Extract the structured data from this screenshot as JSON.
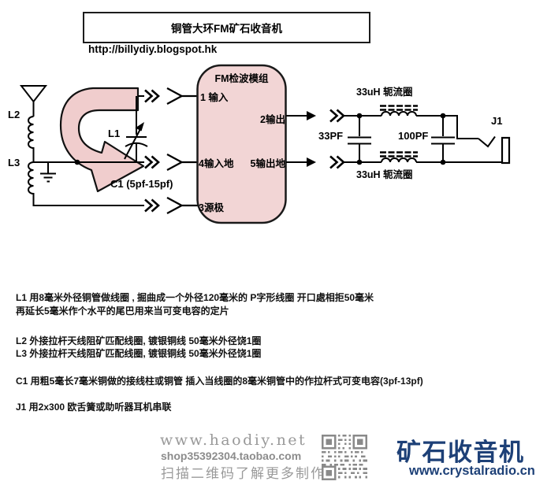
{
  "header": {
    "title": "铜管大环FM矿石收音机",
    "url": "http://billydiy.blogspot.hk"
  },
  "module": {
    "title": "FM检波模组",
    "pin1": "1 输入",
    "pin2": "2输出",
    "pin3": "3源极",
    "pin4": "4输入地",
    "pin5": "5输出地"
  },
  "labels": {
    "l1": "L1",
    "l2": "L2",
    "l3": "L3",
    "c1": "C1 (5pf-15pf)",
    "choke_top": "33uH 轭流圈",
    "choke_bottom": "33uH 轭流圈",
    "cap_33": "33PF",
    "cap_100": "100PF",
    "j1": "J1"
  },
  "notes": {
    "l1_line1": "L1 用8毫米外径铜管做线圈 , 掘曲成一个外径120毫米的 P字形线圈 开口處相拒50毫米",
    "l1_line2": "再延长5毫米作个水平的尾巴用来当可变电容的定片",
    "l2": "L2 外接拉杆天线阻矿匹配线圈, 镀银铜线 50毫米外径饶1圈",
    "l3": "L3 外接拉杆天线阻矿匹配线圈, 镀银铜线 50毫米外径饶1圈",
    "c1": "C1 用粗5毫长7毫米铜做的接线柱或铜管 插入当线圈的8毫米铜管中的作拉杆式可变电容(3pf-13pf)",
    "j1": "J1 用2x300 欧舌簧或助听器耳机串联"
  },
  "footer": {
    "site": "www.haodiy.net",
    "shop": "shop35392304.taobao.com",
    "scan_hint": "扫描二维码了解更多制作",
    "brand": "矿石收音机",
    "brand_url": "www.crystalradio.cn"
  },
  "colors": {
    "module_fill": "#f2d5d5",
    "arrow_fill": "#f0cdcd",
    "line": "#000000",
    "brand_blue": "#1d4077",
    "watermark_gray": "#999999"
  }
}
